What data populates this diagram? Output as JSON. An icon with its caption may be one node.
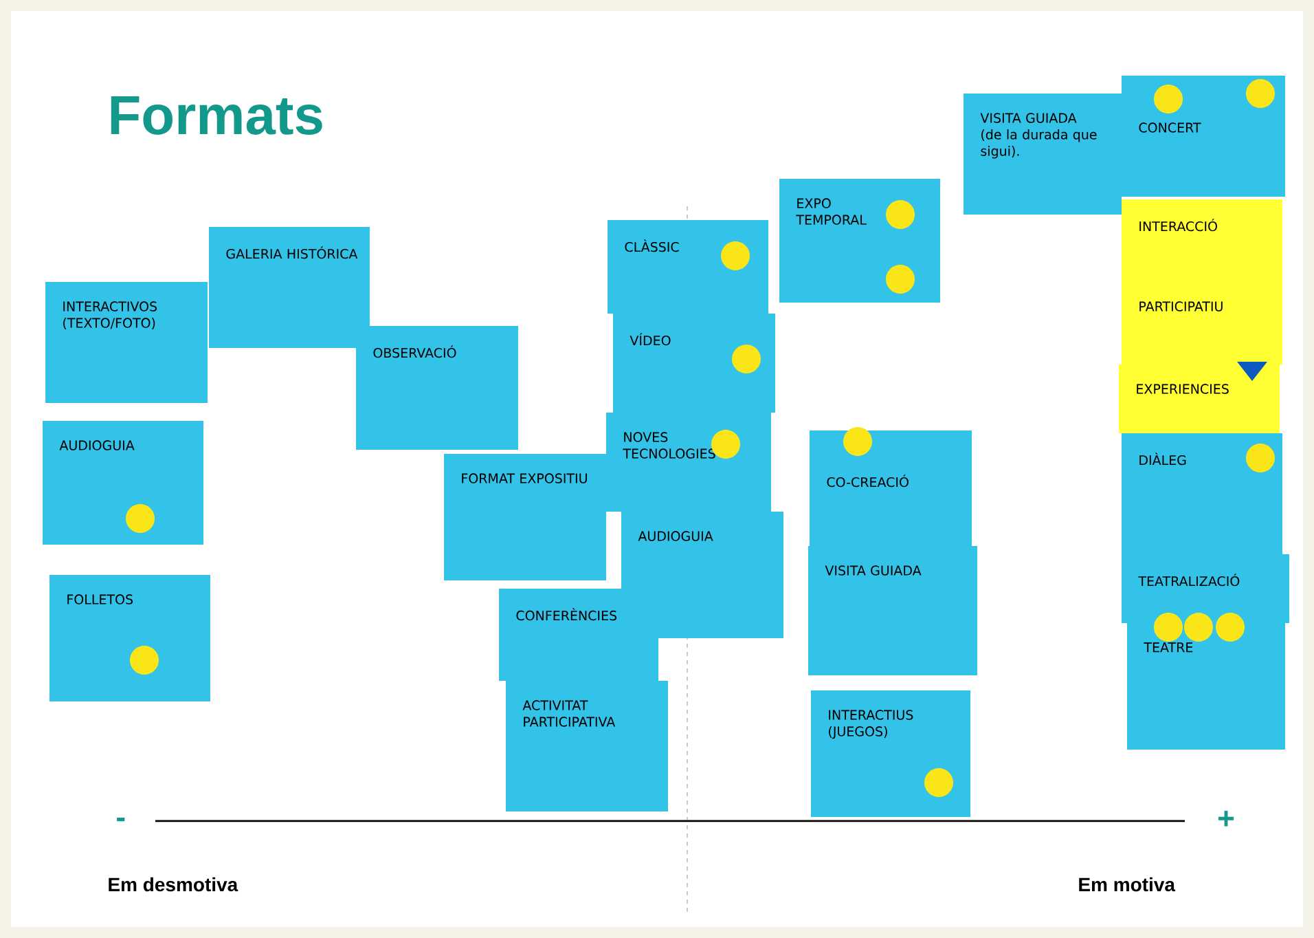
{
  "diagram": {
    "title": "Formats",
    "nodes": [
      {
        "text": [
          "INTERACTIVOS (TEXTO/FOTO)"
        ]
      },
      {
        "text": [
          "GALERIA HISTÓRICA"
        ]
      },
      {
        "text": [
          "OBSERVACIÓ"
        ]
      },
      {
        "text": [
          "AUDIOGUIA"
        ]
      },
      {
        "text": [
          "FOLLETOS"
        ]
      },
      {
        "text": [
          "FORMAT EXPOSITIU"
        ]
      },
      {
        "text": [
          "CLÀSSIC"
        ]
      },
      {
        "text": [
          "VÍDEO"
        ]
      },
      {
        "text": [
          "NOVES TECNOLOGIES"
        ]
      },
      {
        "text": [
          "AUDIOGUIA"
        ]
      },
      {
        "text": [
          "CONFERÈNCIES"
        ]
      },
      {
        "text": [
          "ACTIVITAT PARTICIPATIVA"
        ]
      },
      {
        "text": [
          "EXPO TEMPORAL"
        ]
      },
      {
        "text": [
          "CO-CREACIÓ"
        ]
      },
      {
        "text": [
          "VISITA GUIADA"
        ]
      },
      {
        "text": [
          "INTERACTIUS (JUEGOS)"
        ]
      },
      {
        "text": [
          "VISITA GUIADA (de la durada que sigui)."
        ]
      },
      {
        "text": [
          "CONCERT"
        ]
      },
      {
        "text": [
          "INTERACCIÓ"
        ]
      },
      {
        "text": [
          "PARTICIPATIU"
        ]
      },
      {
        "text": [
          "EXPERIENCIES"
        ]
      },
      {
        "text": [
          "DIÀLEG"
        ]
      },
      {
        "text": [
          "TEATRALIZACIÓ"
        ]
      },
      {
        "text": [
          "TEATRE"
        ]
      }
    ],
    "labels": [
      "-",
      "+",
      "Em desmotiva",
      "Em motiva"
    ]
  }
}
